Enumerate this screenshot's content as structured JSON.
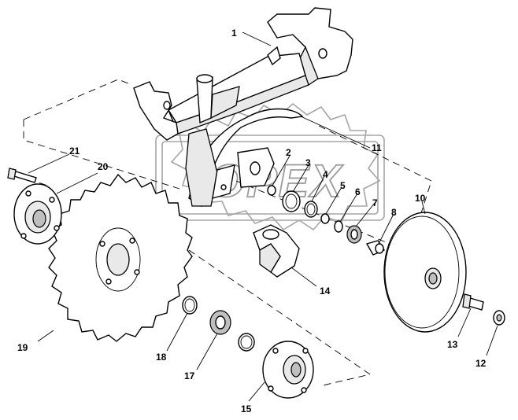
{
  "watermark": {
    "text": "OPEX"
  },
  "callouts": [
    {
      "id": "1",
      "text": "1"
    },
    {
      "id": "2",
      "text": "2"
    },
    {
      "id": "3",
      "text": "3"
    },
    {
      "id": "4",
      "text": "4"
    },
    {
      "id": "5",
      "text": "5"
    },
    {
      "id": "6",
      "text": "6"
    },
    {
      "id": "7",
      "text": "7"
    },
    {
      "id": "8",
      "text": "8"
    },
    {
      "id": "10",
      "text": "10"
    },
    {
      "id": "11",
      "text": "11"
    },
    {
      "id": "12",
      "text": "12"
    },
    {
      "id": "13",
      "text": "13"
    },
    {
      "id": "14",
      "text": "14"
    },
    {
      "id": "15",
      "text": "15"
    },
    {
      "id": "17",
      "text": "17"
    },
    {
      "id": "18",
      "text": "18"
    },
    {
      "id": "19",
      "text": "19"
    },
    {
      "id": "20",
      "text": "20"
    },
    {
      "id": "21",
      "text": "21"
    }
  ]
}
